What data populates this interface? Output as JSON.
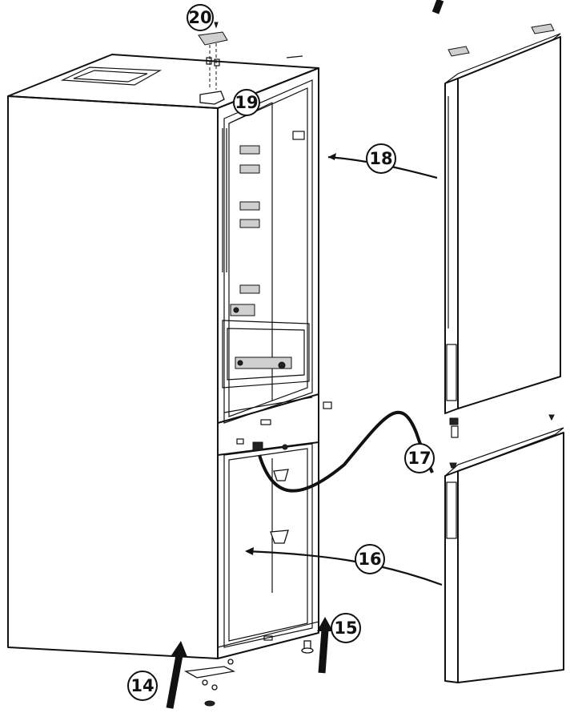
{
  "diagram": {
    "callouts": [
      {
        "id": "14",
        "label": "14"
      },
      {
        "id": "15",
        "label": "15"
      },
      {
        "id": "16",
        "label": "16"
      },
      {
        "id": "17",
        "label": "17"
      },
      {
        "id": "18",
        "label": "18"
      },
      {
        "id": "19",
        "label": "19"
      },
      {
        "id": "20",
        "label": "20"
      }
    ]
  }
}
